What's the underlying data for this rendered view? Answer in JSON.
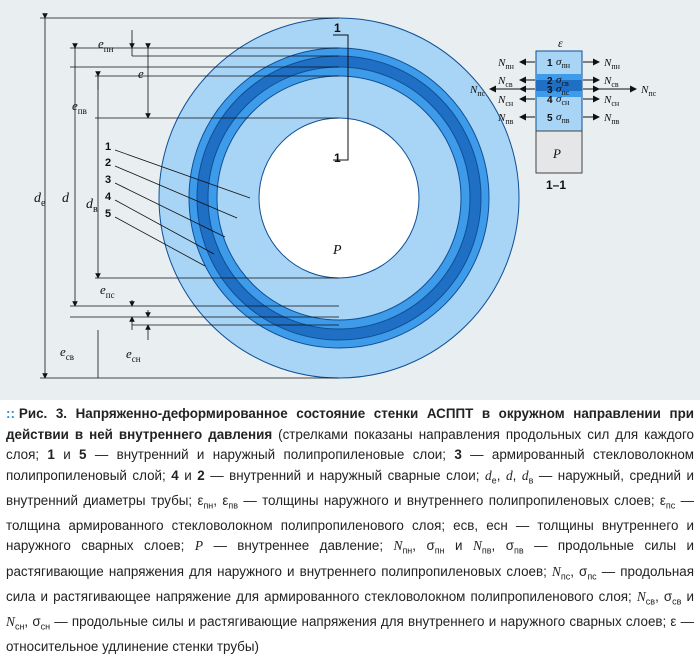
{
  "figure": {
    "colors": {
      "outer_layer": "#a8d4f5",
      "inner_layer": "#a8d4f5",
      "weld_layer": "#3d9be9",
      "glass_layer": "#1f6fc4",
      "outline": "#0f4f96",
      "bore": "#ffffff",
      "background": "#e9eef1"
    },
    "labels": {
      "section_mark": "1",
      "pressure": "P",
      "d_outer": "d",
      "d_outer_sub": "е",
      "d_mid": "d",
      "d_inner": "d",
      "d_inner_sub": "в",
      "e_outer": "e",
      "e_outer_sub": "пн",
      "e_total": "e",
      "e_inner": "e",
      "e_inner_sub": "пв",
      "e_glass": "e",
      "e_glass_sub": "пс",
      "e_weld_in": "e",
      "e_weld_in_sub": "св",
      "e_weld_out": "e",
      "e_weld_out_sub": "сн",
      "layer_numbers": [
        "1",
        "2",
        "3",
        "4",
        "5"
      ],
      "section_title": "1–1",
      "epsilon": "ε",
      "section_pressure": "P"
    },
    "section_rows": [
      {
        "num": "1",
        "stress": "σ",
        "stress_sub": "пн",
        "force": "N",
        "force_sub": "пн"
      },
      {
        "num": "2",
        "stress": "σ",
        "stress_sub": "св",
        "force": "N",
        "force_sub": "св"
      },
      {
        "num": "3",
        "stress": "σ",
        "stress_sub": "пс",
        "force": "N",
        "force_sub": "пс"
      },
      {
        "num": "4",
        "stress": "σ",
        "stress_sub": "сн",
        "force": "N",
        "force_sub": "сн"
      },
      {
        "num": "5",
        "stress": "σ",
        "stress_sub": "пв",
        "force": "N",
        "force_sub": "пв"
      }
    ]
  },
  "caption": {
    "bullet": "::",
    "title": "Рис. 3. Напряженно-деформированное состояние стенки АСППТ в окружном направлении при действии в ней внутреннего давления",
    "body_parts": [
      {
        "t": " (стрелками показаны направления продольных сил для каждого слоя; "
      },
      {
        "b": "1"
      },
      {
        "t": " и "
      },
      {
        "b": "5"
      },
      {
        "t": " — внутренний и наружный полипропиленовые слои; "
      },
      {
        "b": "3"
      },
      {
        "t": " — армированный стекловолокном полипропиленовый слой; "
      },
      {
        "b": "4"
      },
      {
        "t": " и "
      },
      {
        "b": "2"
      },
      {
        "t": " — внутренний и наружный сварные слои; "
      },
      {
        "i": "d"
      },
      {
        "sub": "е"
      },
      {
        "t": ", "
      },
      {
        "i": "d"
      },
      {
        "t": ", "
      },
      {
        "i": "d"
      },
      {
        "sub": "в"
      },
      {
        "t": " — наружный, средний и внутренний диаметры трубы; ε"
      },
      {
        "sub": "пн"
      },
      {
        "t": ", ε"
      },
      {
        "sub": "пв"
      },
      {
        "t": " — толщины наружного и внутреннего полипропиленовых слоев; ε"
      },
      {
        "sub": "пс"
      },
      {
        "t": " — толщина армированного стекловолокном полипропиленового слоя; eсв, eсн — толщины внутреннего и наружного сварных слоев; "
      },
      {
        "i": "P"
      },
      {
        "t": " — внутреннее давление; "
      },
      {
        "i": "N"
      },
      {
        "sub": "пн"
      },
      {
        "t": ", σ"
      },
      {
        "sub": "пн"
      },
      {
        "t": " и "
      },
      {
        "i": "N"
      },
      {
        "sub": "пв"
      },
      {
        "t": ", σ"
      },
      {
        "sub": "пв"
      },
      {
        "t": " — продольные силы и растягивающие напряжения для наружного и внутреннего полипропиленовых слоев; "
      },
      {
        "i": "N"
      },
      {
        "sub": "пс"
      },
      {
        "t": ", σ"
      },
      {
        "sub": "пс"
      },
      {
        "t": " — продольная сила и растягивающее напряжение для армированного стекловолокном полипропиленового слоя; "
      },
      {
        "i": "N"
      },
      {
        "sub": "св"
      },
      {
        "t": ", σ"
      },
      {
        "sub": "св"
      },
      {
        "t": " и "
      },
      {
        "i": "N"
      },
      {
        "sub": "сн"
      },
      {
        "t": ", σ"
      },
      {
        "sub": "сн"
      },
      {
        "t": " — продольные силы и растягивающие напряжения для внутреннего и наружного сварных слоев; ε — относительное удлинение стенки трубы)"
      }
    ]
  }
}
